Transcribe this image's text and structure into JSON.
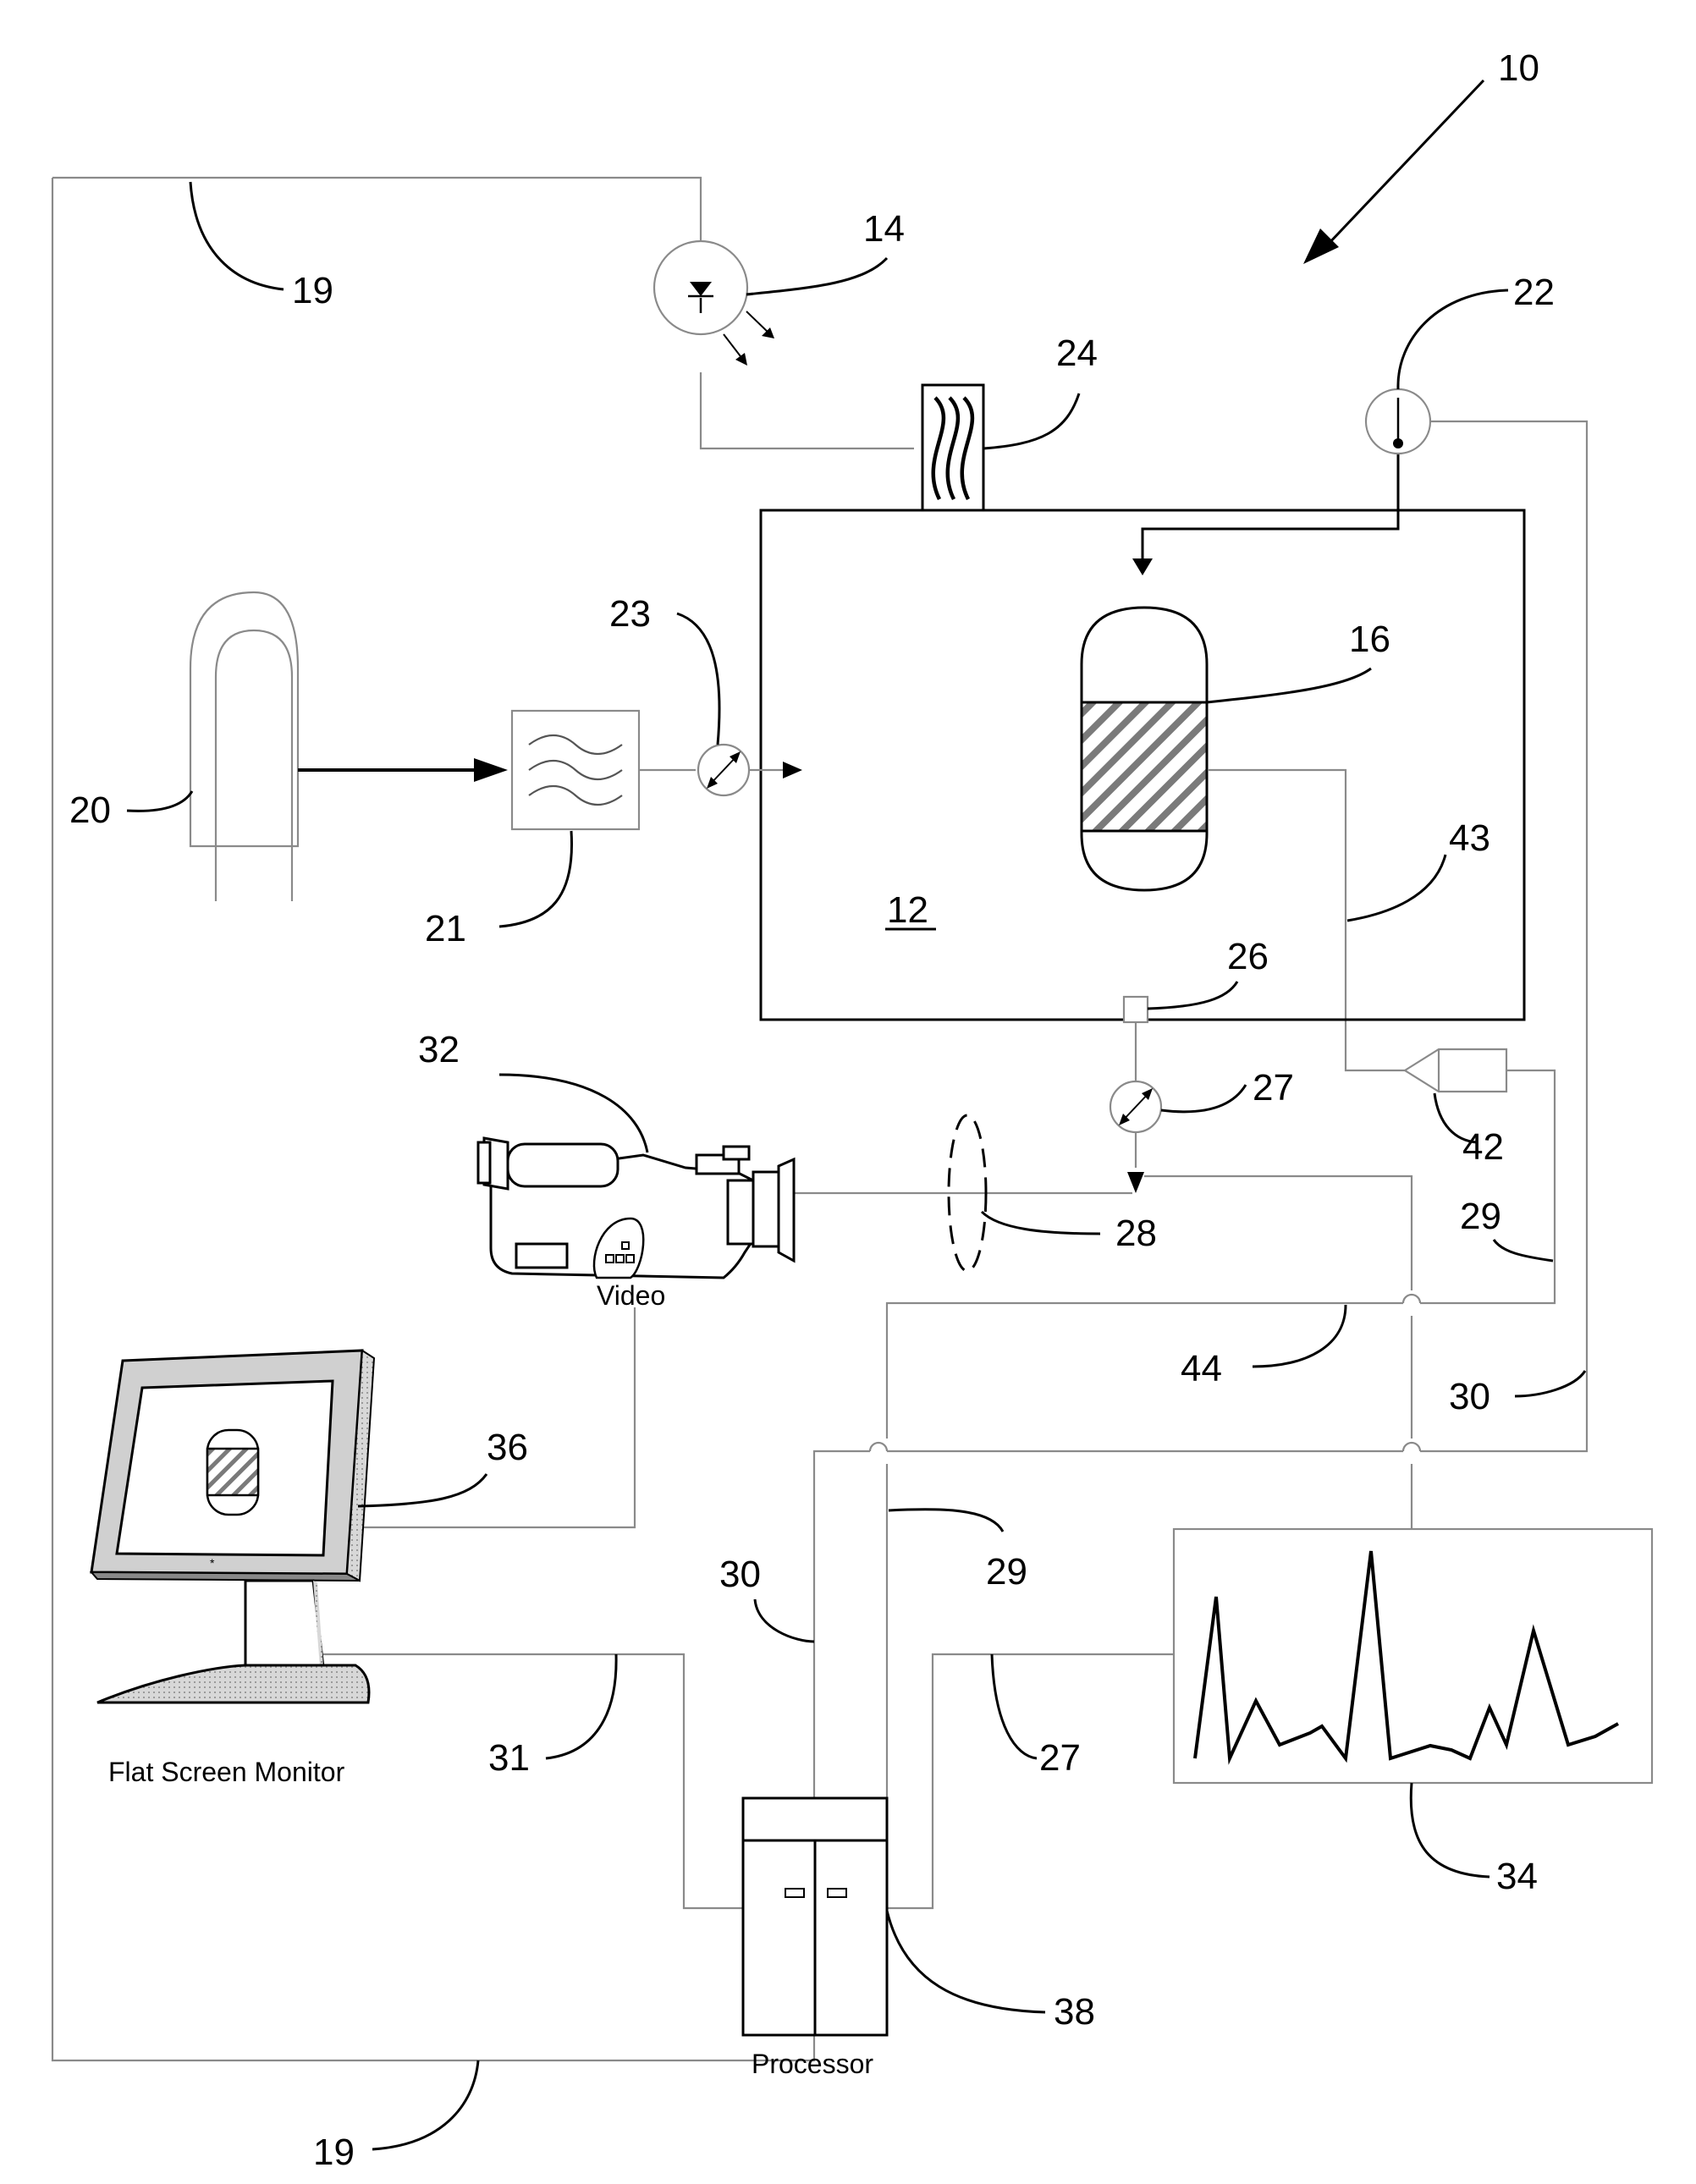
{
  "figure": {
    "ref_system": "10",
    "ref_chamber": "12",
    "labels": {
      "r14": "14",
      "r16": "16",
      "r19_top": "19",
      "r19_bottom": "19",
      "r20": "20",
      "r21": "21",
      "r22": "22",
      "r23": "23",
      "r24": "24",
      "r26": "26",
      "r27_top": "27",
      "r27_bottom": "27",
      "r28": "28",
      "r29_right": "29",
      "r29_mid": "29",
      "r30_right": "30",
      "r30_mid": "30",
      "r31": "31",
      "r32": "32",
      "r34": "34",
      "r36": "36",
      "r38": "38",
      "r42": "42",
      "r43": "43",
      "r44": "44"
    },
    "captions": {
      "video": "Video",
      "monitor": "Flat Screen Monitor",
      "processor": "Processor"
    }
  }
}
